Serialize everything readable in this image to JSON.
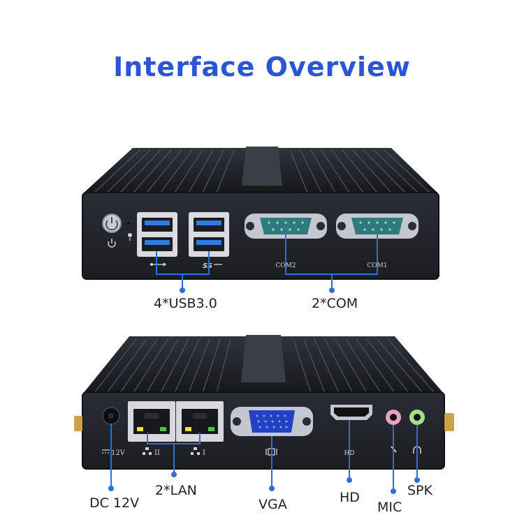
{
  "title": "Interface Overview",
  "colors": {
    "title": "#2a55d4",
    "callout_line": "#2f6fd6",
    "chassis": "#1f2228"
  },
  "front_panel": {
    "callouts": {
      "usb": "4*USB3.0",
      "com": "2*COM"
    },
    "port_labels": {
      "com2": "COM2",
      "com1": "COM1",
      "ss": "SS"
    },
    "icons": [
      "power-button-icon",
      "power-icon",
      "led-indicator-icon",
      "usb-icon",
      "usb-ss-icon"
    ]
  },
  "rear_panel": {
    "callouts": {
      "dc": "DC 12V",
      "lan": "2*LAN",
      "vga": "VGA",
      "hd": "HD",
      "mic": "MIC",
      "spk": "SPK"
    },
    "port_labels": {
      "dc": "12V",
      "lan2": "II",
      "lan1": "I",
      "hd": "HD"
    },
    "icons": [
      "network-icon",
      "vga-icon",
      "mic-icon",
      "headphone-icon",
      "antenna-icon"
    ]
  }
}
